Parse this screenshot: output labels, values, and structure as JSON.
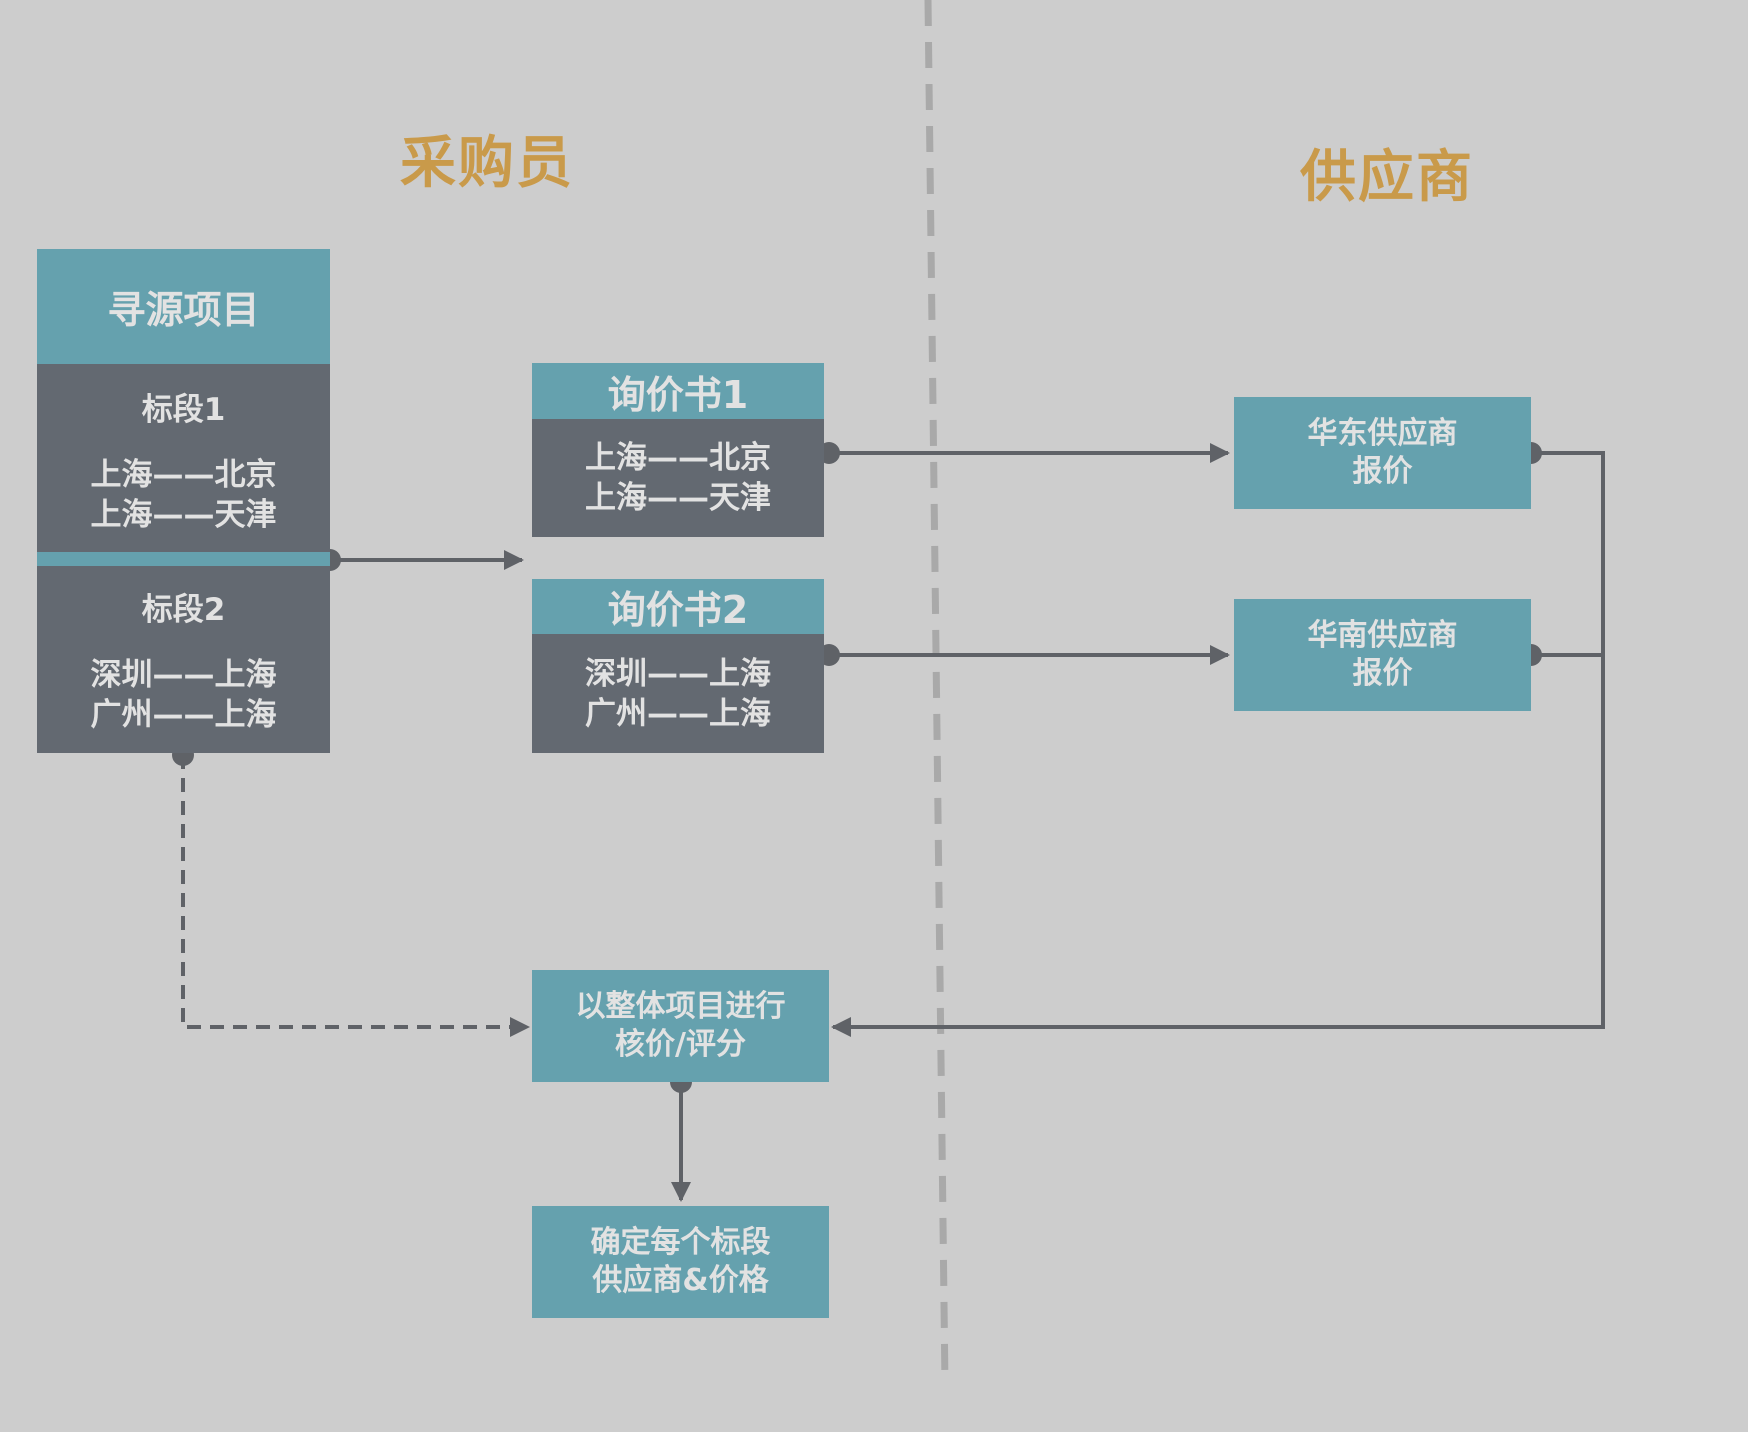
{
  "headings": {
    "buyer": "采购员",
    "supplier": "供应商"
  },
  "sourcing_project": {
    "title": "寻源项目",
    "lots": [
      {
        "name": "标段1",
        "routes": [
          "上海——北京",
          "上海——天津"
        ]
      },
      {
        "name": "标段2",
        "routes": [
          "深圳——上海",
          "广州——上海"
        ]
      }
    ]
  },
  "rfqs": [
    {
      "title": "询价书1",
      "routes": [
        "上海——北京",
        "上海——天津"
      ]
    },
    {
      "title": "询价书2",
      "routes": [
        "深圳——上海",
        "广州——上海"
      ]
    }
  ],
  "supplier_quotes": [
    {
      "lines": [
        "华东供应商",
        "报价"
      ]
    },
    {
      "lines": [
        "华南供应商",
        "报价"
      ]
    }
  ],
  "evaluation": {
    "lines": [
      "以整体项目进行",
      "核价/评分"
    ]
  },
  "decision": {
    "lines": [
      "确定每个标段",
      "供应商&价格"
    ]
  },
  "colors": {
    "background": "#cdcdcd",
    "teal": "#65a1ae",
    "slate": "#636971",
    "heading": "#c99a4a",
    "connector": "#5f6267",
    "divider": "#a9a9a9"
  }
}
